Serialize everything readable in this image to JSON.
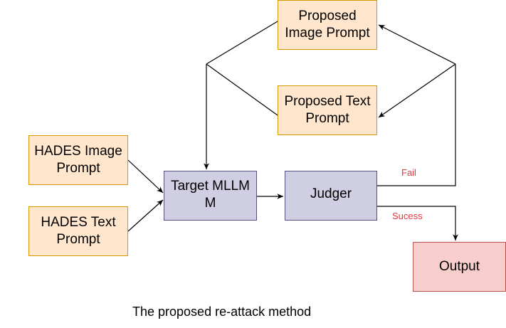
{
  "nodes": {
    "proposed_image_prompt": "Proposed Image Prompt",
    "proposed_text_prompt": "Proposed Text Prompt",
    "hades_image_prompt": "HADES Image Prompt",
    "hades_text_prompt": "HADES Text Prompt",
    "target_mllm": "Target MLLM M",
    "judger": "Judger",
    "output": "Output"
  },
  "edge_labels": {
    "fail": "Fail",
    "success": "Sucess"
  },
  "caption": "The proposed re-attack method",
  "colors": {
    "prompt_fill": "#ffe6cc",
    "prompt_border": "#d79b00",
    "model_fill": "#d0cee2",
    "model_border": "#56517e",
    "output_fill": "#f8cecc",
    "output_border": "#b85450",
    "label_red": "#e0393e"
  }
}
